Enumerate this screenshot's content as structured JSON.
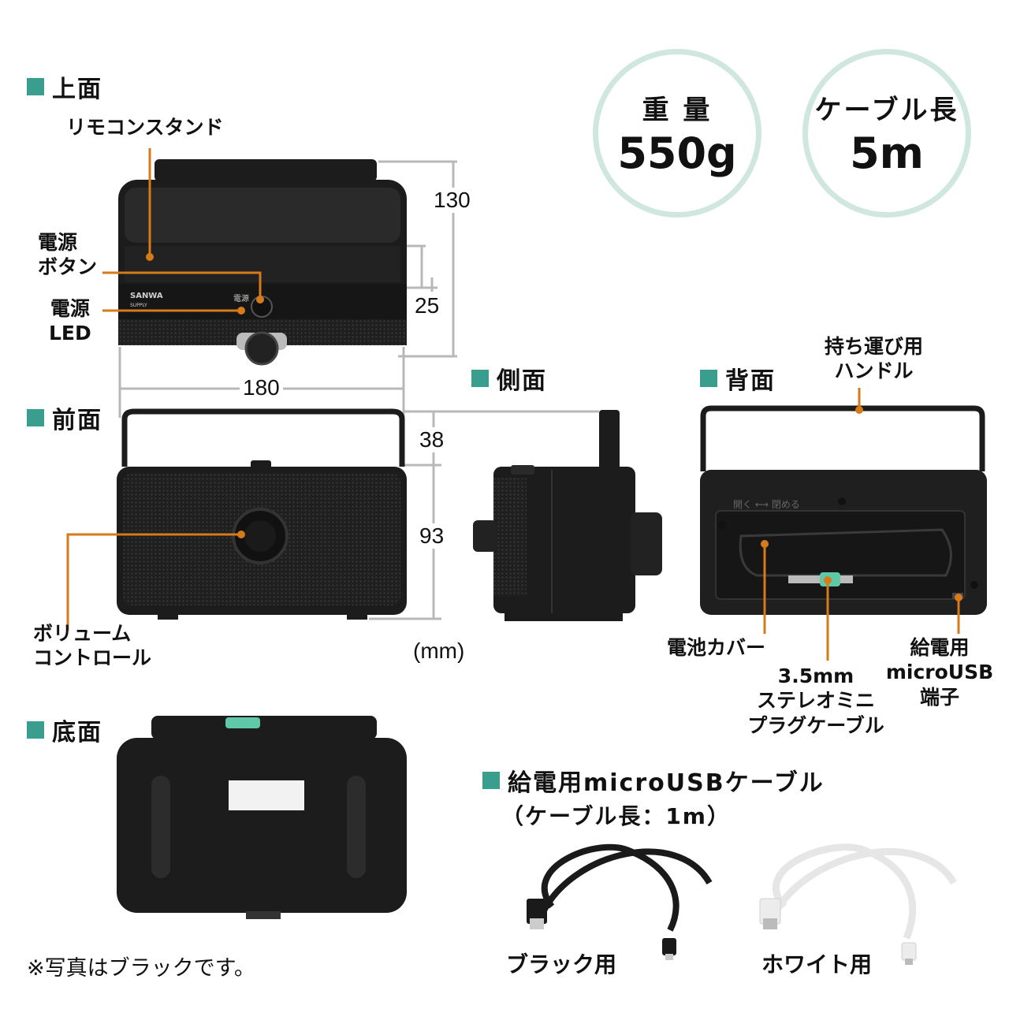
{
  "colors": {
    "accent": "#3a9e8e",
    "circle": "#cfe7df",
    "leader": "#d67a1a",
    "dimline": "#b8b8b8",
    "body": "#1c1c1c",
    "grille": "#2e2e2e",
    "plug": "#5fc8a8"
  },
  "sections": {
    "top": "上面",
    "front": "前面",
    "side": "側面",
    "back": "背面",
    "bottom": "底面",
    "usb_cable": "給電用microUSBケーブル",
    "usb_cable_sub": "（ケーブル長：1m）"
  },
  "specs": {
    "weight_label": "重 量",
    "weight_value": "550g",
    "cable_label": "ケーブル長",
    "cable_value": "5m"
  },
  "callouts": {
    "remote_stand": "リモコンスタンド",
    "power_button_1": "電源",
    "power_button_2": "ボタン",
    "power_led_1": "電源",
    "power_led_2": "LED",
    "volume_1": "ボリューム",
    "volume_2": "コントロール",
    "handle_1": "持ち運び用",
    "handle_2": "ハンドル",
    "battery_cover": "電池カバー",
    "plug_1": "3.5mm",
    "plug_2": "ステレオミニ",
    "plug_3": "プラグケーブル",
    "usb_port_1": "給電用",
    "usb_port_2": "microUSB",
    "usb_port_3": "端子"
  },
  "dimensions": {
    "depth": "130",
    "step": "25",
    "width": "180",
    "handle_height": "38",
    "height": "93",
    "unit": "(mm)"
  },
  "device_print": {
    "brand": "SANWA",
    "brand_sub": "SUPPLY",
    "power_mark": "電源",
    "back_mark": "開く ⟷ 閉める"
  },
  "cables": {
    "black": "ブラック用",
    "white": "ホワイト用"
  },
  "note": "※写真はブラックです。"
}
